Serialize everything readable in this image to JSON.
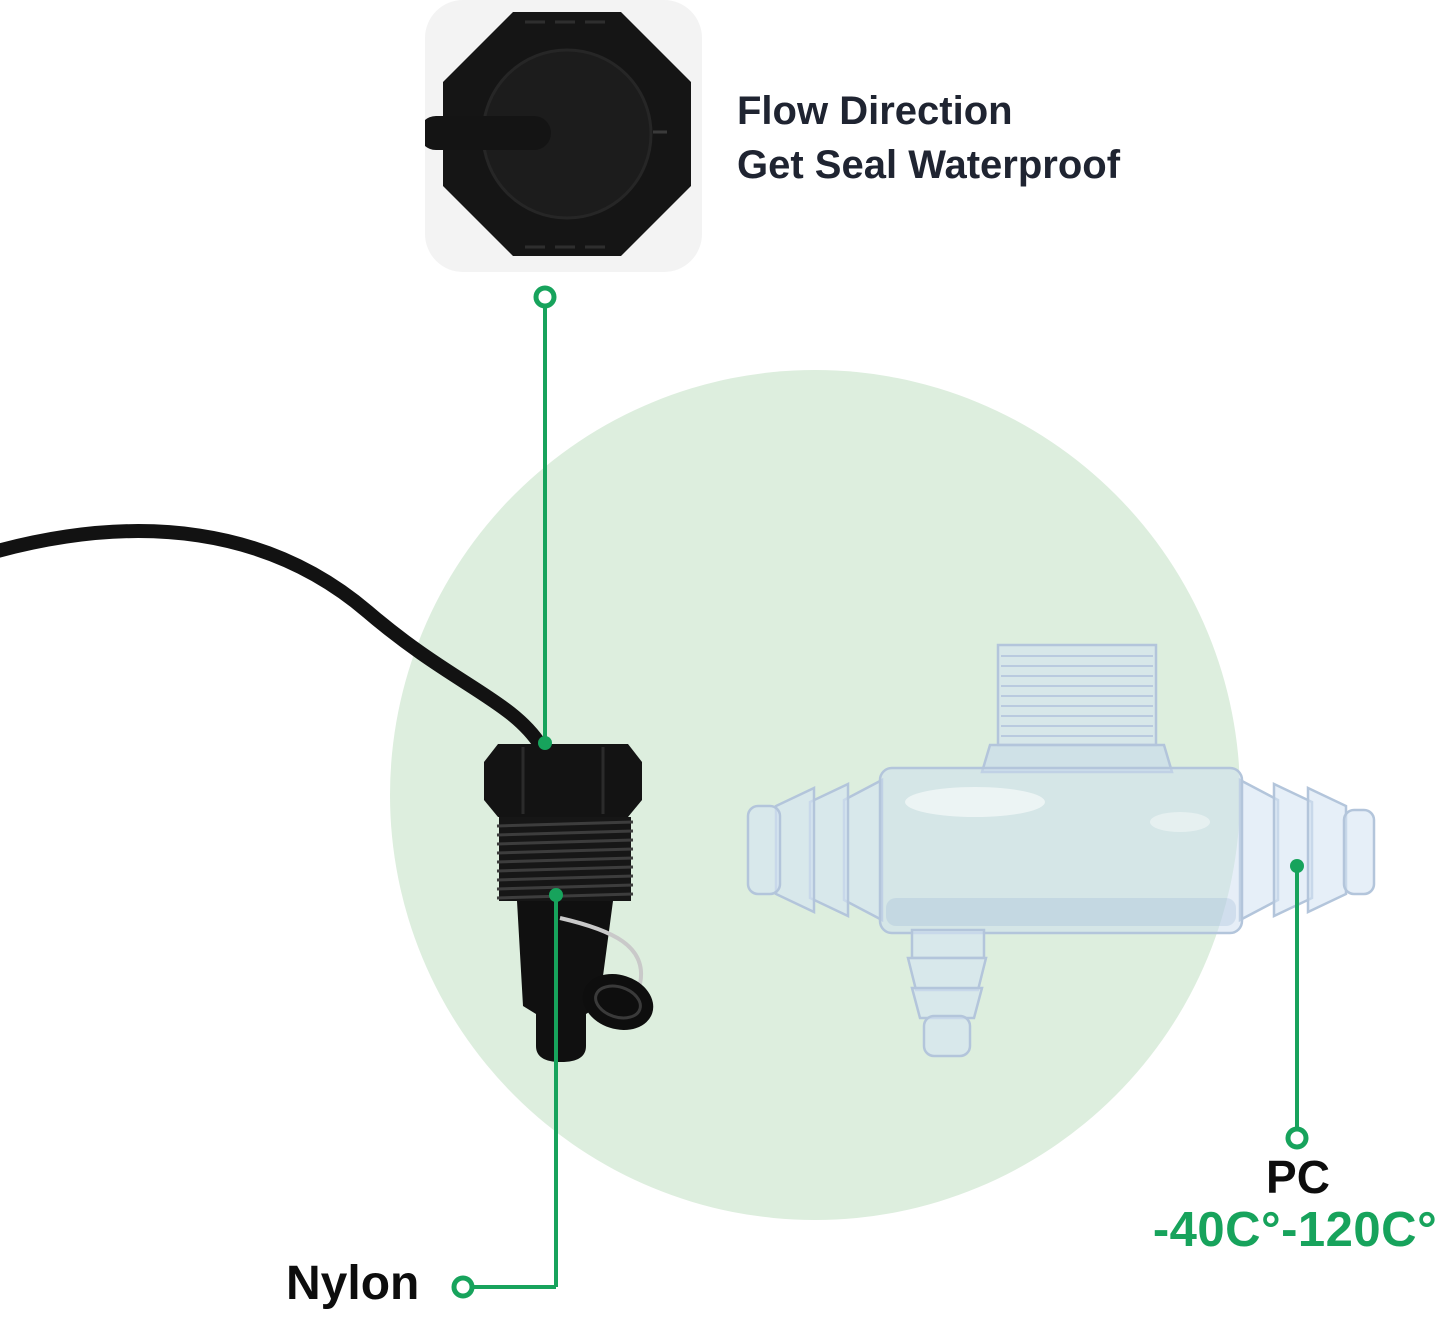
{
  "colors": {
    "accent_green": "#17a35c",
    "background_circle": "#ddeede",
    "panel_background": "#f3f3f3",
    "text_dark": "#1f2431",
    "product_black": "#131313",
    "fitting_translucent_blue": "#cdddf0"
  },
  "labels": {
    "flow_direction_line1": "Flow Direction",
    "flow_direction_line2": "Get Seal Waterproof",
    "nylon": "Nylon",
    "pc": "PC",
    "temperature_range": "-40C°-120C°"
  },
  "icons": {
    "sensor_top_view_icon": "octagon-sensor-top-with-cable",
    "callout_ring_icon": "small-green-ring",
    "callout_dot_icon": "small-green-dot"
  }
}
